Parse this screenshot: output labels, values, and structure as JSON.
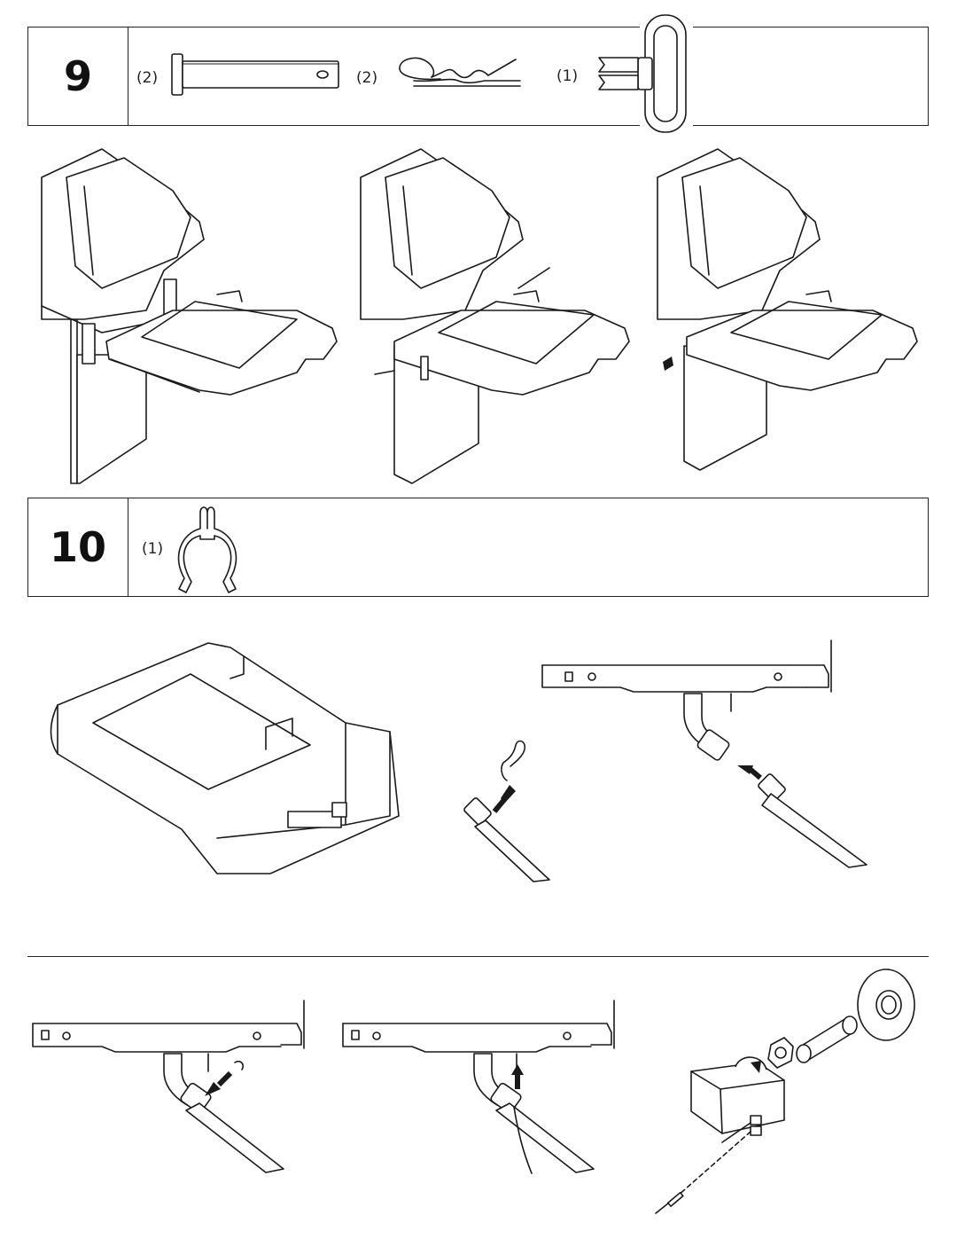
{
  "steps": [
    {
      "number": "9",
      "parts": [
        {
          "qty": "(2)",
          "icon": "clevis-pin-icon"
        },
        {
          "qty": "(2)",
          "icon": "hitch-pin-clip-icon"
        },
        {
          "qty": "(1)",
          "icon": "fastener-clip-icon"
        }
      ]
    },
    {
      "number": "10",
      "parts": [
        {
          "qty": "(1)",
          "icon": "hose-retaining-clip-icon"
        }
      ]
    }
  ]
}
